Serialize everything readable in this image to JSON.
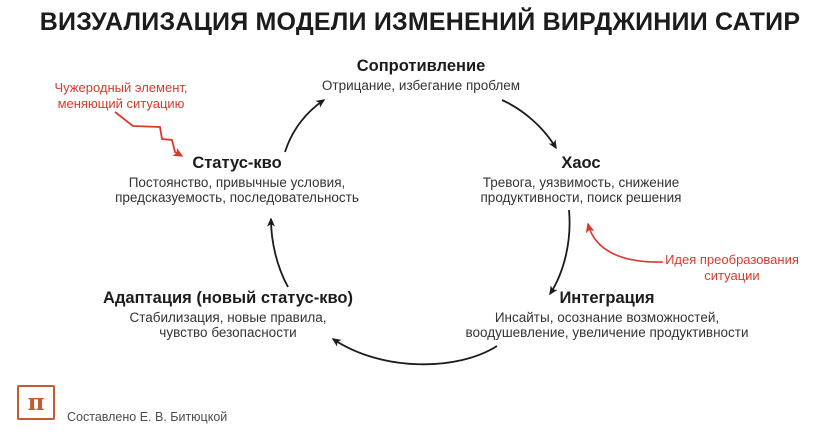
{
  "title": "ВИЗУАЛИЗАЦИЯ МОДЕЛИ ИЗМЕНЕНИЙ ВИРДЖИНИИ САТИР",
  "colors": {
    "background": "#ffffff",
    "text_dark": "#1c1c1c",
    "text_body": "#333333",
    "annotation_red": "#d93a2b",
    "arrow_black": "#1c1c1c",
    "logo_orange": "#c35c30",
    "credit_gray": "#4d4d4d"
  },
  "diagram": {
    "type": "cycle",
    "stages": [
      {
        "id": "resistance",
        "label": "Сопротивление",
        "description": "Отрицание, избегание проблем"
      },
      {
        "id": "chaos",
        "label": "Хаос",
        "description": "Тревога, уязвимость, снижение продуктивности, поиск решения"
      },
      {
        "id": "integration",
        "label": "Интеграция",
        "description": "Инсайты, осознание возможностей, воодушевление, увеличение продуктивности"
      },
      {
        "id": "adaptation",
        "label": "Адаптация (новый статус-кво)",
        "description": "Стабилизация, новые правила, чувство безопасности"
      },
      {
        "id": "statusquo",
        "label": "Статус-кво",
        "description": "Постоянство, привычные условия, предсказуемость, последовательность"
      }
    ],
    "flow": [
      {
        "from": "Статус-кво",
        "to": "Сопротивление"
      },
      {
        "from": "Сопротивление",
        "to": "Хаос"
      },
      {
        "from": "Хаос",
        "to": "Интеграция"
      },
      {
        "from": "Интеграция",
        "to": "Адаптация (новый статус-кво)"
      },
      {
        "from": "Адаптация (новый статус-кво)",
        "to": "Статус-кво"
      }
    ],
    "annotations": [
      {
        "id": "foreign-element",
        "text": "Чужеродный элемент, меняющий ситуацию",
        "points_to": "Статус-кво"
      },
      {
        "id": "transformation-idea",
        "text": "Идея преобразования ситуации",
        "points_to": "Хаос"
      }
    ]
  },
  "footer": {
    "logo_glyph": "π",
    "credit": "Составлено Е. В. Битюцкой"
  }
}
